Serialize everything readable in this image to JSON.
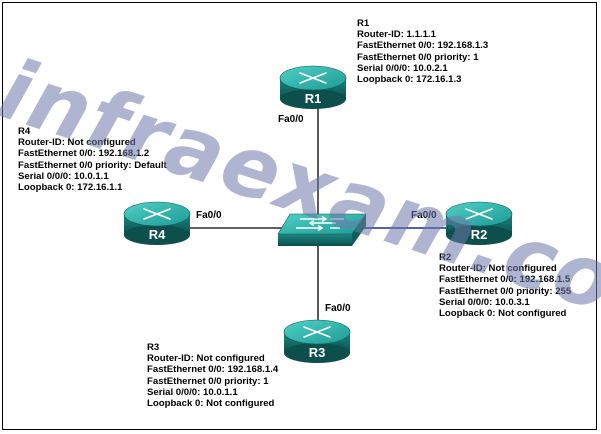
{
  "routers": {
    "r1": {
      "name": "R1",
      "info_title": "R1",
      "lines": [
        "Router-ID: 1.1.1.1",
        "FastEthernet 0/0: 192.168.1.3",
        "FastEthernet 0/0 priority: 1",
        "Serial 0/0/0: 10.0.2.1",
        "Loopback 0: 172.16.1.3"
      ],
      "interface": "Fa0/0"
    },
    "r2": {
      "name": "R2",
      "info_title": "R2",
      "lines": [
        "Router-ID: Not configured",
        "FastEthernet 0/0: 192.168.1.5",
        "FastEthernet 0/0 priority: 255",
        "Serial 0/0/0: 10.0.3.1",
        "Loopback 0: Not configured"
      ],
      "interface": "Fa0/0"
    },
    "r3": {
      "name": "R3",
      "info_title": "R3",
      "lines": [
        "Router-ID: Not configured",
        "FastEthernet 0/0: 192.168.1.4",
        "FastEthernet 0/0 priority: 1",
        "Serial 0/0/0: 10.0.1.1",
        "Loopback 0: Not configured"
      ],
      "interface": "Fa0/0"
    },
    "r4": {
      "name": "R4",
      "info_title": "R4",
      "lines": [
        "Router-ID: Not configured",
        "FastEthernet 0/0: 192.168.1.2",
        "FastEthernet 0/0 priority: Default",
        "Serial 0/0/0: 10.0.1.1",
        "Loopback 0: 172.16.1.1"
      ],
      "interface": "Fa0/0"
    }
  },
  "watermark": "infraexam.com",
  "colors": {
    "device_light": "#3bbab2",
    "device_mid": "#1c8f8a",
    "device_dark": "#0e5d5a",
    "link": "#000000",
    "link_r2": "#1a2a8a"
  }
}
